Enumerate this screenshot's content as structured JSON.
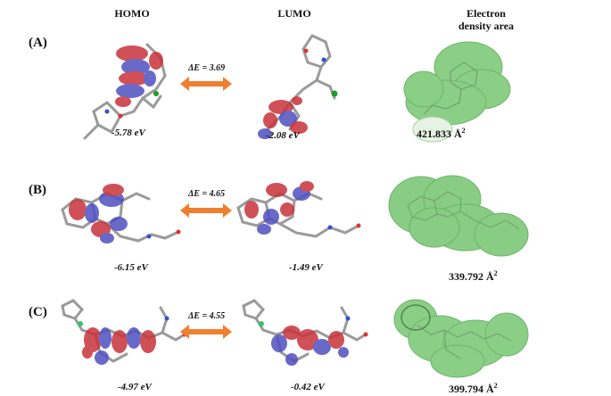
{
  "headers": {
    "homo": "HOMO",
    "lumo": "LUMO",
    "edens_1": "Electron",
    "edens_2": "density area"
  },
  "rows": [
    {
      "label": "(A)",
      "homo_ev": "-5.78 eV",
      "lumo_ev": "-2.08 eV",
      "delta_e": "ΔE = 3.69",
      "area_value": "421.833 Å",
      "area_sup": "2"
    },
    {
      "label": "(B)",
      "homo_ev": "-6.15 eV",
      "lumo_ev": "-1.49 eV",
      "delta_e": "ΔE = 4.65",
      "area_value": "339.792 Å",
      "area_sup": "2"
    },
    {
      "label": "(C)",
      "homo_ev": "-4.97 eV",
      "lumo_ev": "-0.42 eV",
      "delta_e": "ΔE = 4.55",
      "area_value": "399.794 Å",
      "area_sup": "2"
    }
  ],
  "colors": {
    "arrow": "#ef7f2f",
    "orbital_pos": "#c8323a",
    "orbital_neg": "#4f4fc0",
    "surface": "#7fc97a",
    "bond": "#9a9a9a"
  }
}
